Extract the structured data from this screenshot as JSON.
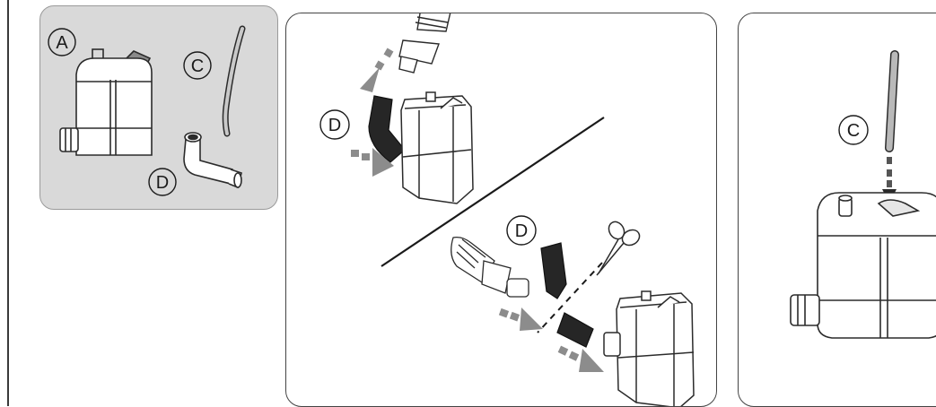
{
  "callouts": {
    "pump_part": "A",
    "tube_part": "C",
    "elbow_part": "D"
  },
  "colors": {
    "panel_fill": "#d9d9d9",
    "outline": "#2b2b2b",
    "arrow_gray": "#8c8c8c",
    "elbow_dark": "#262626"
  },
  "icons": [
    "pump-icon",
    "tube-icon",
    "elbow-connector-icon",
    "scissors-icon",
    "drain-hose-icon",
    "arrow-icon"
  ]
}
